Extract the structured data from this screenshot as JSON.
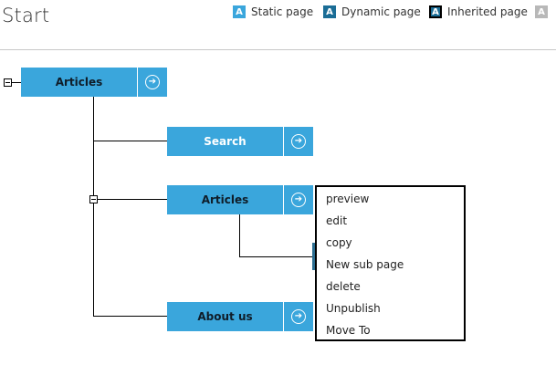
{
  "header": {
    "title": "Start",
    "legend": [
      {
        "icon": "static-page-icon",
        "letter": "A",
        "label": "Static page",
        "color": "#3aa6dc"
      },
      {
        "icon": "dynamic-page-icon",
        "letter": "A",
        "label": "Dynamic page",
        "color": "#1b6d96"
      },
      {
        "icon": "inherited-page-icon",
        "letter": "A",
        "label": "Inherited page",
        "color": "#1b6d96"
      },
      {
        "icon": "disabled-page-icon",
        "letter": "A",
        "label": "",
        "color": "#b8b8b8"
      }
    ]
  },
  "tree": {
    "root": {
      "label": "Articles"
    },
    "children": [
      {
        "label": "Search"
      },
      {
        "label": "Articles"
      },
      {
        "label": "About us"
      }
    ]
  },
  "context_menu": {
    "items": [
      "preview",
      "edit",
      "copy",
      "New sub page",
      "delete",
      "Unpublish",
      "Move To"
    ]
  },
  "colors": {
    "static": "#3aa6dc",
    "dynamic": "#1b6d96",
    "text_dark": "#0f1d29"
  }
}
